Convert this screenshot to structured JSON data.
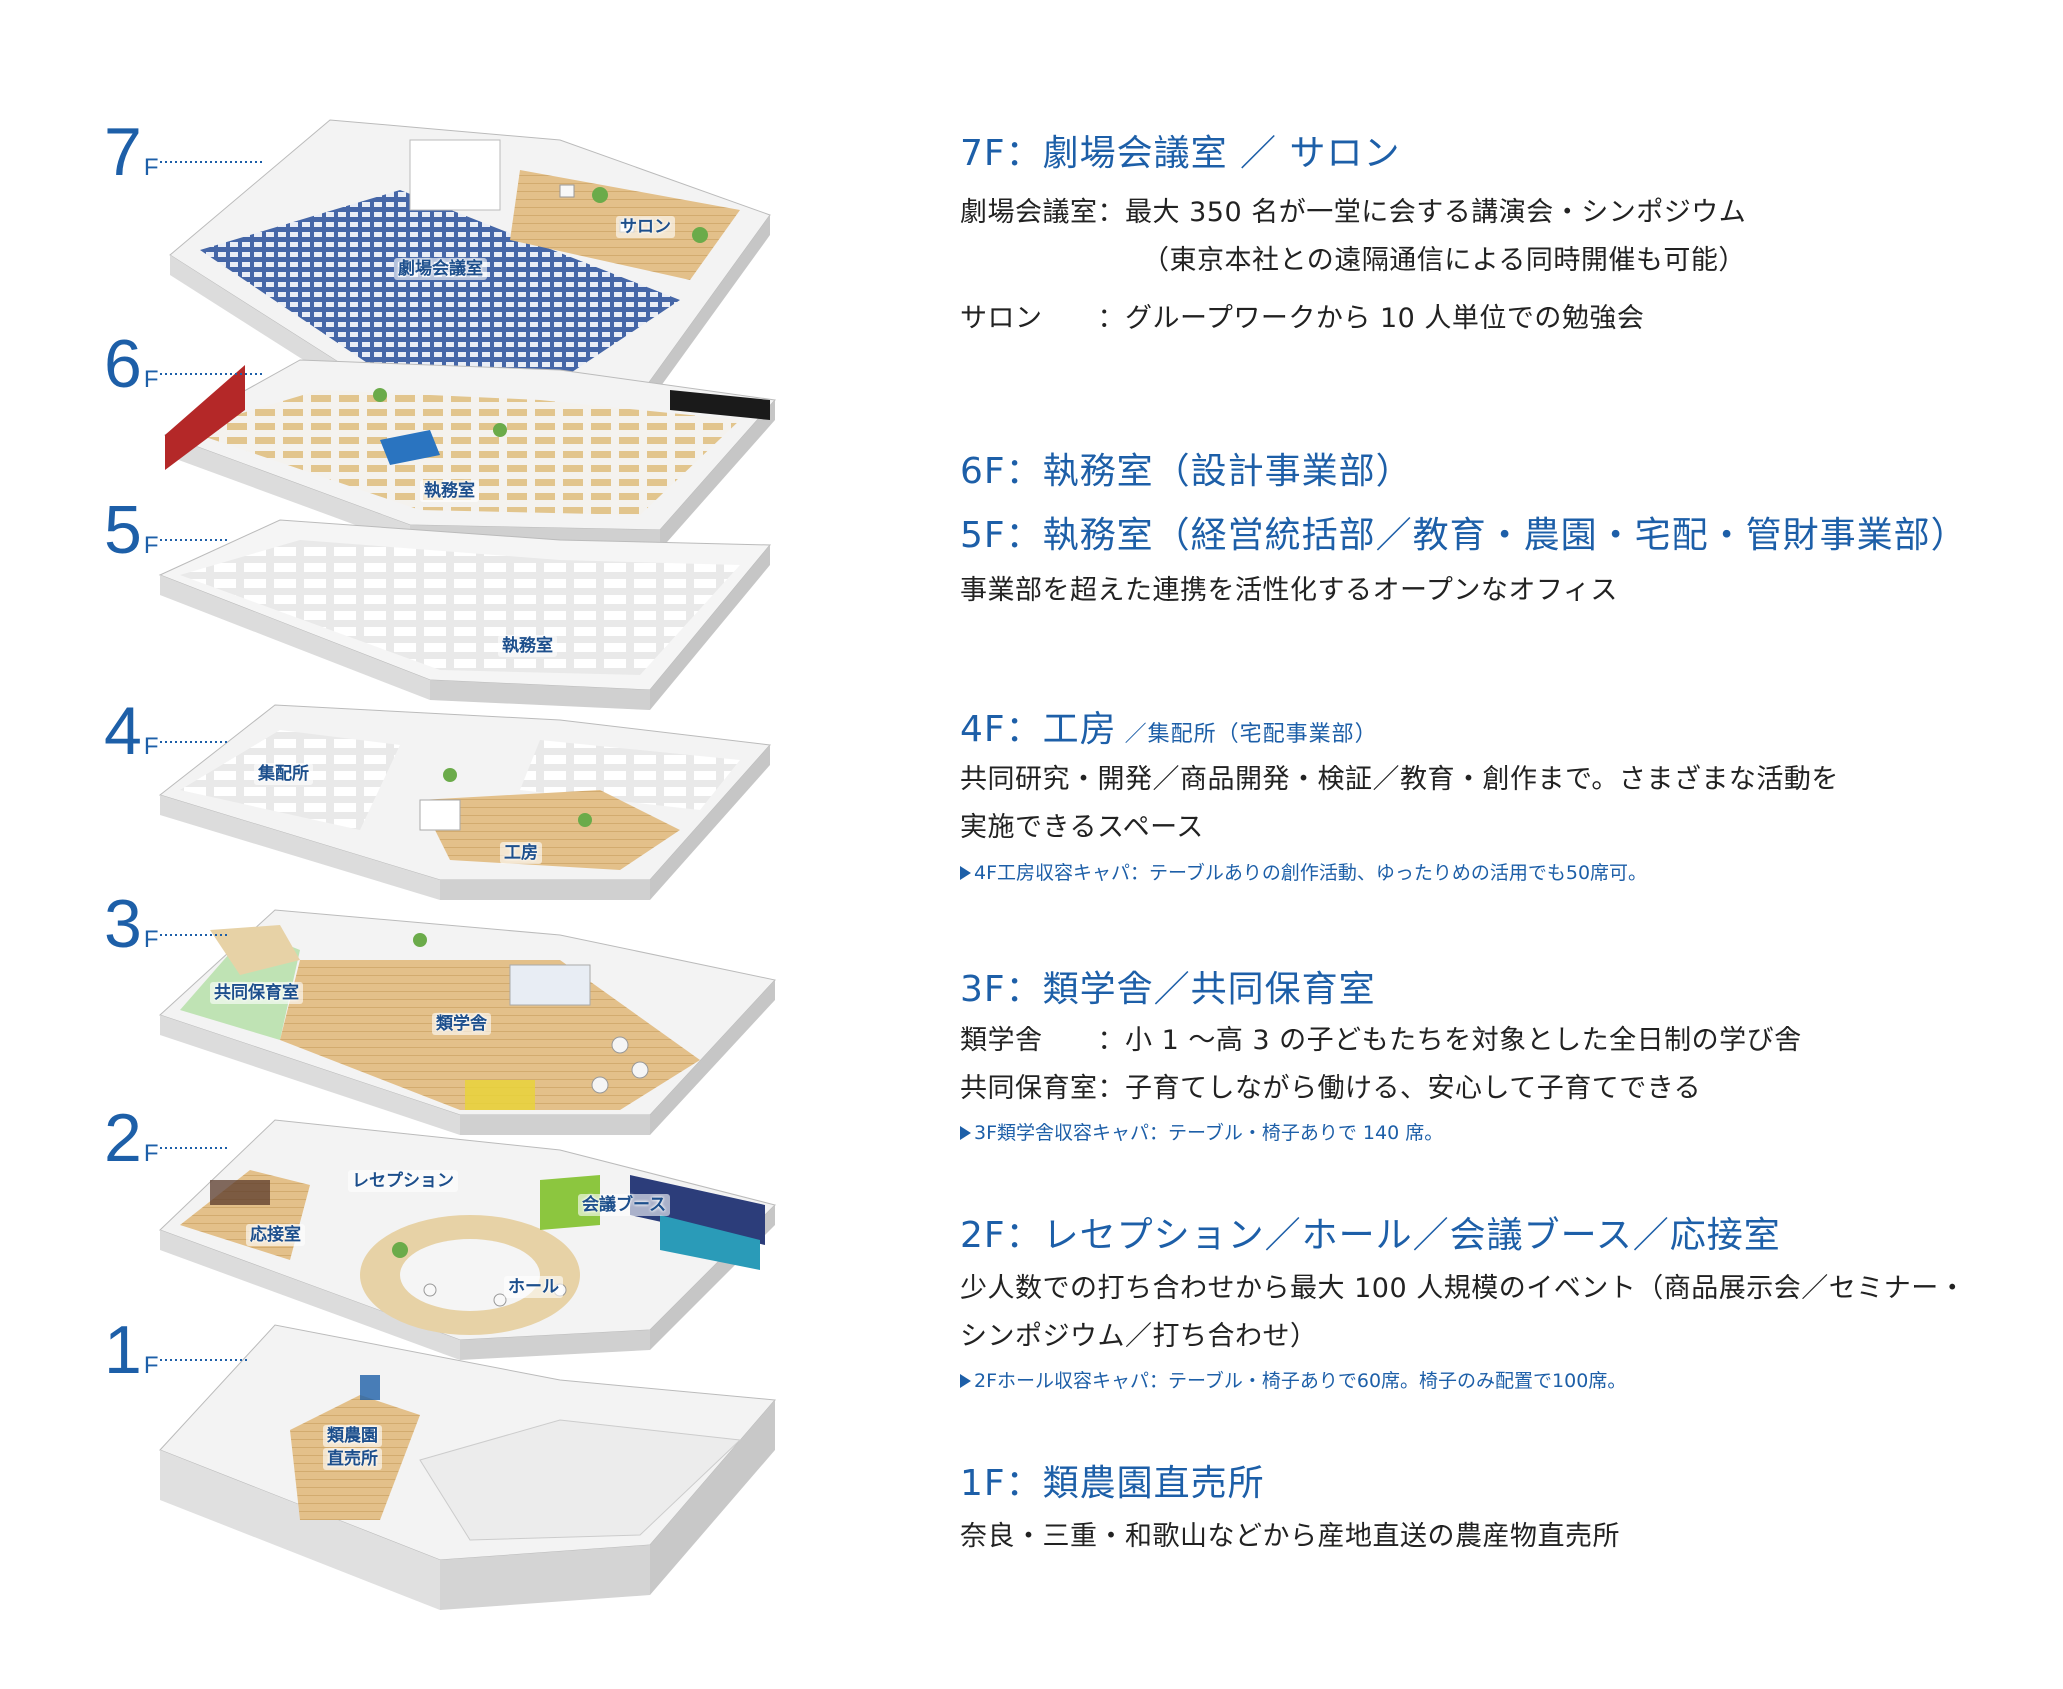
{
  "floor_labels": [
    {
      "num": "7",
      "suffix": "F"
    },
    {
      "num": "6",
      "suffix": "F"
    },
    {
      "num": "5",
      "suffix": "F"
    },
    {
      "num": "4",
      "suffix": "F"
    },
    {
      "num": "3",
      "suffix": "F"
    },
    {
      "num": "2",
      "suffix": "F"
    },
    {
      "num": "1",
      "suffix": "F"
    }
  ],
  "room_labels": {
    "f7_theater": "劇場会議室",
    "f7_salon": "サロン",
    "f6_office": "執務室",
    "f5_office": "執務室",
    "f4_delivery": "集配所",
    "f4_workshop": "工房",
    "f3_nursery": "共同保育室",
    "f3_school": "類学舎",
    "f2_reception": "レセプション",
    "f2_booth": "会議ブース",
    "f2_guest": "応接室",
    "f2_hall": "ホール",
    "f1_shop_line1": "類農園",
    "f1_shop_line2": "直売所"
  },
  "sections": {
    "f7": {
      "heading": "7F：劇場会議室 ／ サロン",
      "line1": "劇場会議室：最大 350 名が一堂に会する講演会・シンポジウム",
      "line2": "（東京本社との遠隔通信による同時開催も可能）",
      "line3": "サロン　　：グループワークから 10 人単位での勉強会"
    },
    "f6": {
      "heading": "6F：執務室（設計事業部）"
    },
    "f5": {
      "heading": "5F：執務室（経営統括部／教育・農園・宅配・管財事業部）",
      "line1": "事業部を超えた連携を活性化するオープンなオフィス"
    },
    "f4": {
      "heading": "4F：工房",
      "subheading": "／集配所（宅配事業部）",
      "line1": "共同研究・開発／商品開発・検証／教育・創作まで。さまざまな活動を",
      "line2": "実施できるスペース",
      "caption": "4F工房収容キャパ：テーブルありの創作活動、ゆったりめの活用でも50席可。"
    },
    "f3": {
      "heading": "3F：類学舎／共同保育室",
      "line1": "類学舎　　：小 1 〜高 3 の子どもたちを対象とした全日制の学び舎",
      "line2": "共同保育室：子育てしながら働ける、安心して子育てできる",
      "caption": "3F類学舎収容キャパ：テーブル・椅子ありで 140 席。"
    },
    "f2": {
      "heading": "2F：レセプション／ホール／会議ブース／応接室",
      "line1": "少人数での打ち合わせから最大 100 人規模のイベント（商品展示会／セミナー・",
      "line2": "シンポジウム／打ち合わせ）",
      "caption": "2Fホール収容キャパ：テーブル・椅子ありで60席。椅子のみ配置で100席。"
    },
    "f1": {
      "heading": "1F：類農園直売所",
      "line1": "奈良・三重・和歌山などから産地直送の農産物直売所"
    }
  },
  "colors": {
    "accent": "#1d5fa8",
    "theater_blue": "#3c5fa3",
    "wood": "#e3c08a",
    "green_floor": "#bfe3b4",
    "red_wall": "#b42828",
    "teal_booth": "#2a9bb8",
    "navy_booth": "#2c3d7a"
  }
}
